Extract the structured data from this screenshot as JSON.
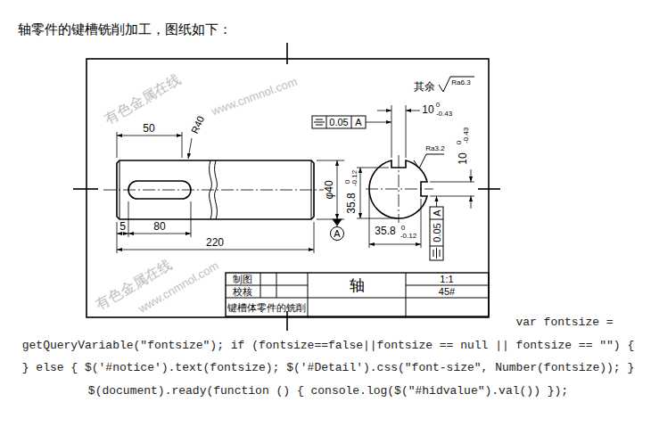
{
  "diagram": {
    "title": "轴零件的键槽铣削加工，图纸如下：",
    "nodes": [
      {
        "text": [
          "A"
        ]
      }
    ],
    "labels": [
      "其余",
      "Ra6.3",
      "0.05",
      "A",
      "10",
      "0",
      "-0.43",
      "10",
      "0",
      "-0.43",
      "50",
      "R40",
      "φ40",
      "35.8",
      "0",
      "-0.12",
      "Ra3.2",
      "5",
      "80",
      "220",
      "35.8",
      "0",
      "-0.12",
      "0.05",
      "A",
      "制图",
      "校核",
      "轴",
      "1:1",
      "45#",
      "键槽体零件的铣削",
      "有色金属在线",
      "www.cnmnol.com",
      "有色金属在线",
      "www.cnmnol.com",
      "var fontsize = getQueryVariable(\"fontsize\"); if (fontsize==false||fontsize == null || fontsize == \"\") { } else { $('#notice').text(fontsize); $('#Detail').css(\"font-size\", Number(fontsize)); } $(document).ready(function () { console.log($(\"#hidvalue\").val()) });"
    ]
  }
}
